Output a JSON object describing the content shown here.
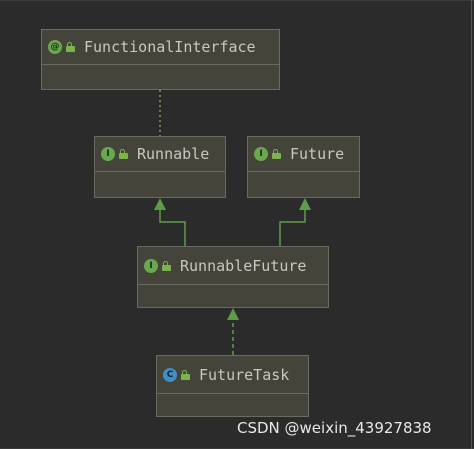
{
  "nodes": {
    "functional_interface": {
      "label": "FunctionalInterface",
      "kind": "annotation",
      "badge_letter": "@"
    },
    "runnable": {
      "label": "Runnable",
      "kind": "interface",
      "badge_letter": "I"
    },
    "future": {
      "label": "Future",
      "kind": "interface",
      "badge_letter": "I"
    },
    "runnable_future": {
      "label": "RunnableFuture",
      "kind": "interface",
      "badge_letter": "I"
    },
    "future_task": {
      "label": "FutureTask",
      "kind": "class",
      "badge_letter": "C"
    }
  },
  "colors": {
    "background": "#2b2b2b",
    "node_fill": "#45443a",
    "node_border": "#6a6a5e",
    "edge_green": "#5e9c4a",
    "annotation_dotted": "#7a9a5a",
    "class_badge": "#3f8fc4",
    "interface_badge": "#6aa84f"
  },
  "watermark": {
    "text": "CSDN @weixin_43927838"
  }
}
